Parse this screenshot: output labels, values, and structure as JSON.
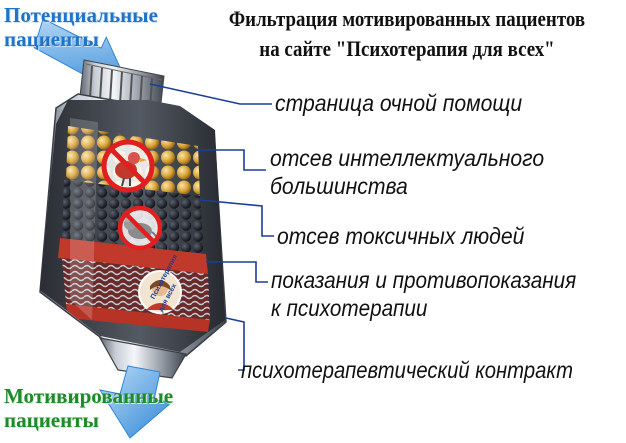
{
  "title": {
    "line1": "Фильтрация мотивированных пациентов",
    "line2": "на сайте \"Психотерапия для всех\""
  },
  "input_label": {
    "line1": "Потенциальные",
    "line2": "пациенты"
  },
  "output_label": {
    "line1": "Мотивированные",
    "line2": "пациенты"
  },
  "layers": [
    {
      "line1": "страница очной помощи"
    },
    {
      "line1": "отсев интеллектуального",
      "line2": "большинства"
    },
    {
      "line1": "отсев токсичных людей"
    },
    {
      "line1": "показания и противопоказания",
      "line2": "к психотерапии"
    },
    {
      "line1": "психотерапевтический контракт"
    }
  ],
  "badge": {
    "line1": "Психотерапия",
    "line2": "для всех"
  },
  "icons": {
    "layer2": "no-bird-icon",
    "layer3": "no-rat-icon"
  },
  "colors": {
    "input_text": "#1f73c9",
    "output_text": "#1f8a2a",
    "arrow": "#4f9be0",
    "leader_line": "#1a3f9a",
    "prohibit": "#e02020",
    "granules": "#d8a33a",
    "dark_layer": "#1c1f2a",
    "red_band": "#c0392b"
  }
}
